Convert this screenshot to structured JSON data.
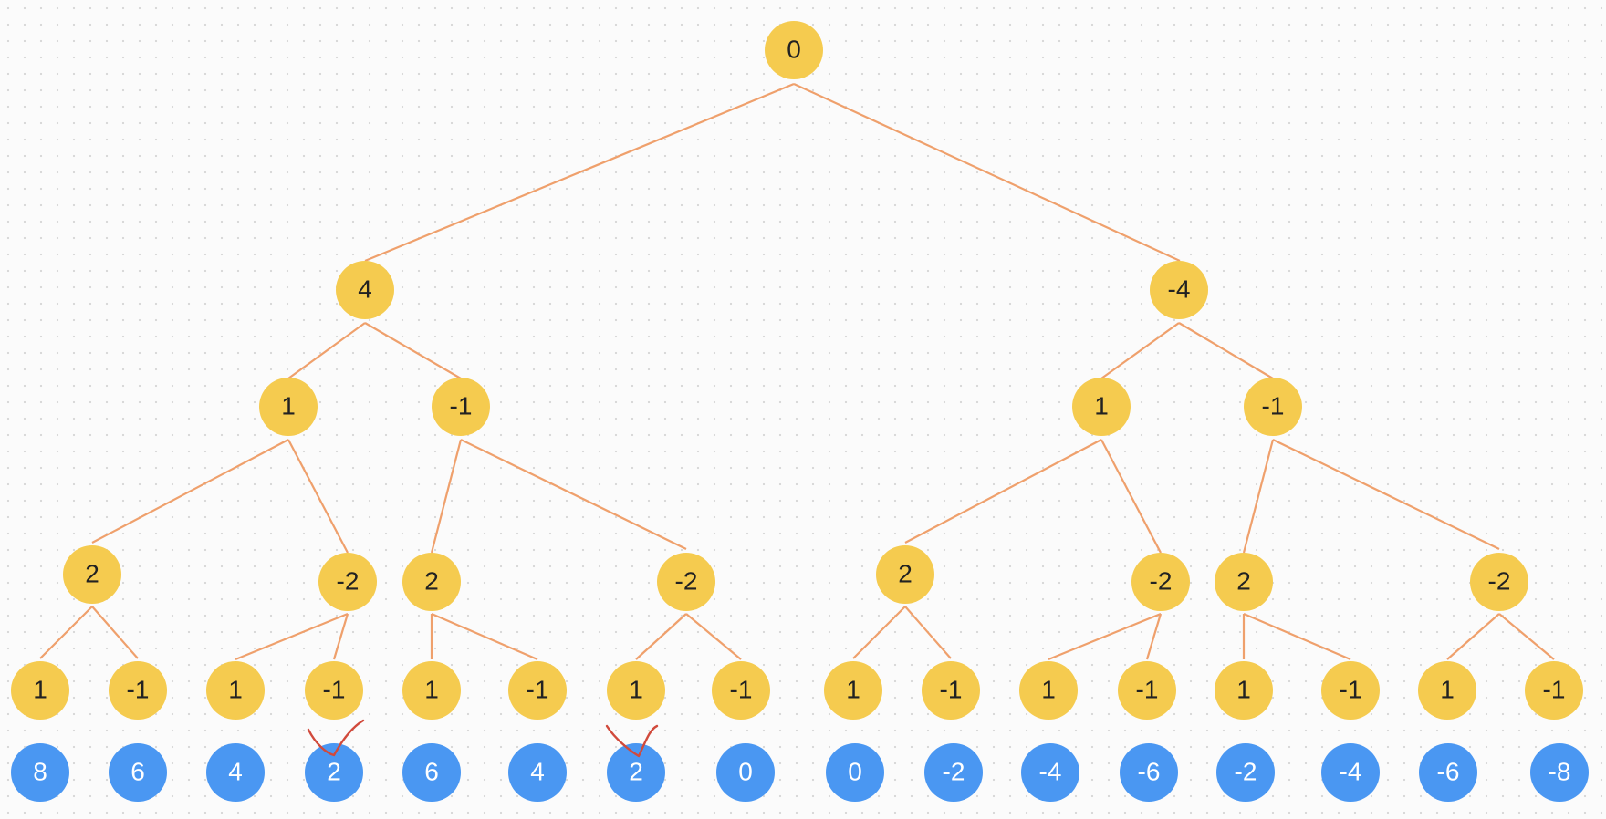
{
  "colors": {
    "yellow_node": "#f5cb4f",
    "blue_node": "#4a97f2",
    "edge": "#efa06c",
    "yellow_text": "#222222",
    "blue_text": "#ffffff",
    "checkmark": "#d14a3c"
  },
  "tree": {
    "root": "0",
    "level1": [
      "4",
      "-4"
    ],
    "level2": [
      "1",
      "-1",
      "1",
      "-1"
    ],
    "level3": [
      "2",
      "-2",
      "2",
      "-2",
      "2",
      "-2",
      "2",
      "-2"
    ],
    "level4": [
      "1",
      "-1",
      "1",
      "-1",
      "1",
      "-1",
      "1",
      "-1",
      "1",
      "-1",
      "1",
      "-1",
      "1",
      "-1",
      "1",
      "-1"
    ],
    "leaves": [
      "8",
      "6",
      "4",
      "2",
      "6",
      "4",
      "2",
      "0",
      "0",
      "-2",
      "-4",
      "-6",
      "-2",
      "-4",
      "-6",
      "-8"
    ],
    "checked_leaves": [
      3,
      6
    ]
  }
}
